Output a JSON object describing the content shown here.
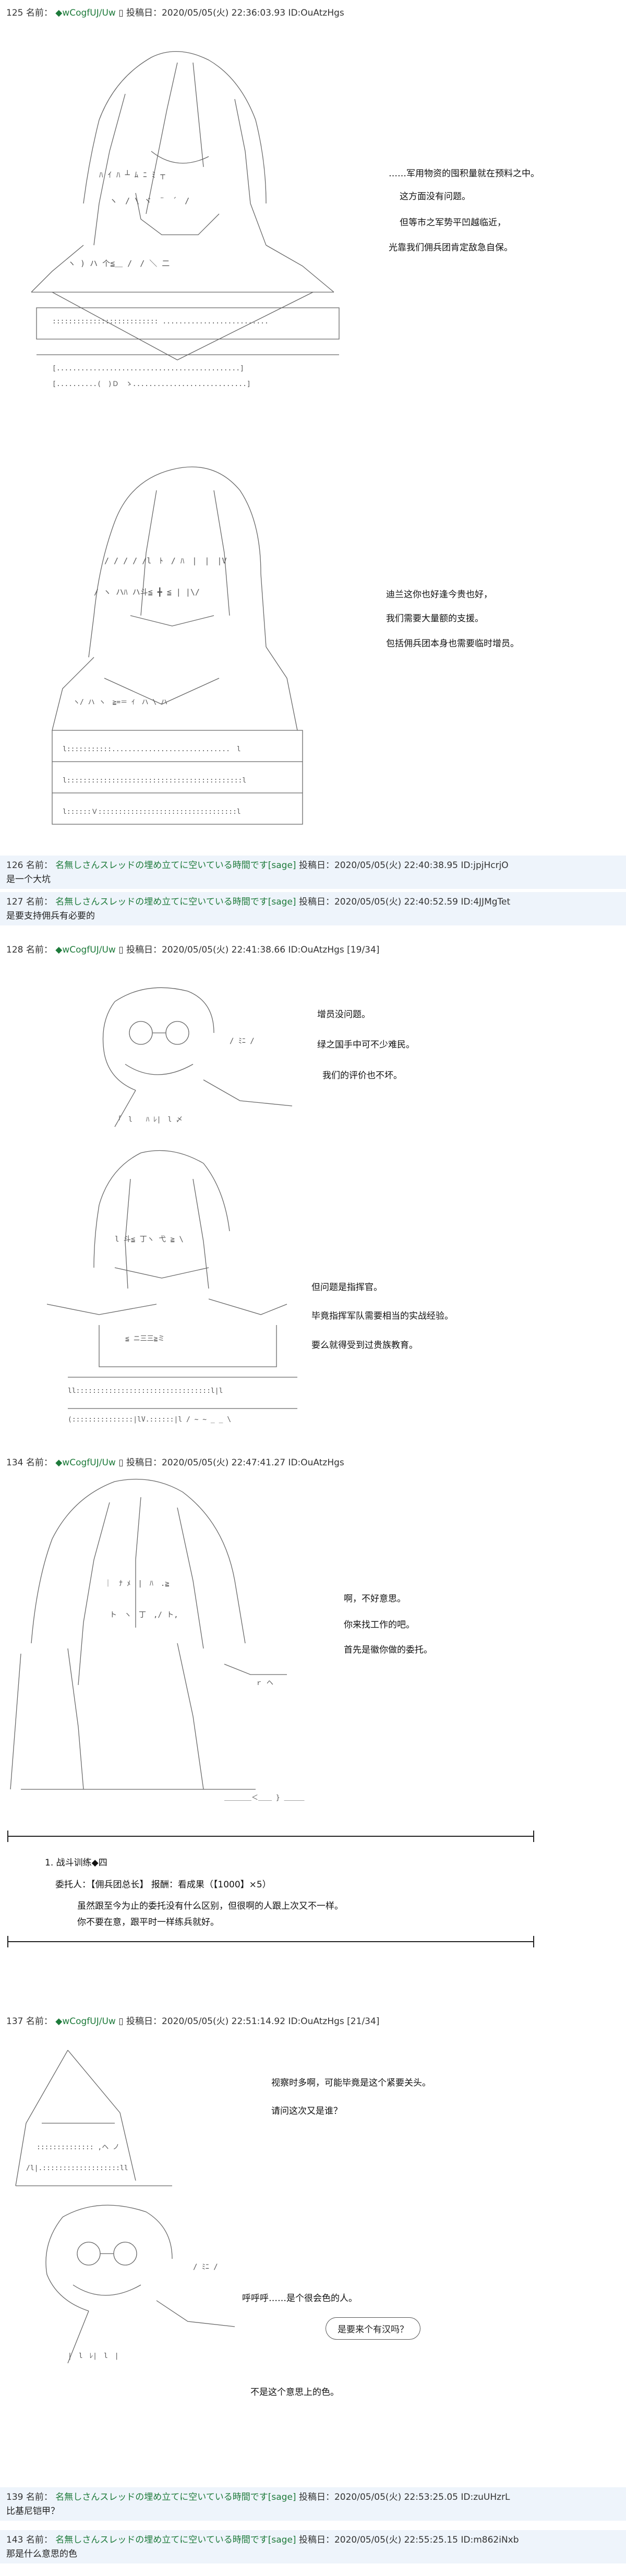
{
  "posts": [
    {
      "header": {
        "num": "125",
        "name_label": "名前：",
        "name": "◆wCogfUJ/Uw",
        "suffix": "▯ 投稿日：2020/05/05(火) 22:36:03.93 ID:OuAtzHgs"
      },
      "lines": [
        "……军用物资的囤积量就在预料之中。",
        "这方面没有问题。",
        "但等市之军势平凹越临近，",
        "光靠我们佣兵团肯定敌急自保。"
      ]
    },
    {
      "lines": [
        "迪兰这你也好逢今贵也好，",
        "我们需要大量额的支援。",
        "包括佣兵团本身也需要临时增员。"
      ]
    },
    {
      "header": {
        "num": "128",
        "name_label": "名前：",
        "name": "◆wCogfUJ/Uw",
        "suffix": "▯ 投稿日：2020/05/05(火) 22:41:38.66 ID:OuAtzHgs [19/34]"
      },
      "lines": [
        "增员没问题。",
        "绿之国手中可不少难民。",
        "我们的评价也不坏。"
      ]
    },
    {
      "lines": [
        "但问题是指挥官。",
        "毕竟指挥军队需要相当的实战经验。",
        "要么就得受到过贵族教育。"
      ]
    },
    {
      "header": {
        "num": "134",
        "name_label": "名前：",
        "name": "◆wCogfUJ/Uw",
        "suffix": "▯ 投稿日：2020/05/05(火) 22:47:41.27 ID:OuAtzHgs"
      },
      "lines": [
        "啊，不好意思。",
        "你来找工作的吧。",
        "首先是徽你做的委托。"
      ],
      "box": {
        "title": "1. 战斗训练◆四",
        "client": "委托人：【佣兵团总长】 报酬：看成果（【1000】×5）",
        "text1": "虽然跟至今为止的委托没有什么区别，但很啊的人跟上次又不一样。",
        "text2": "你不要在意，跟平时一样练兵就好。"
      }
    },
    {
      "header": {
        "num": "137",
        "name_label": "名前：",
        "name": "◆wCogfUJ/Uw",
        "suffix": "▯ 投稿日：2020/05/05(火) 22:51:14.92 ID:OuAtzHgs [21/34]"
      },
      "lines": [
        "视察时多啊，可能毕竟是这个紧要关头。",
        "请问这次又是谁？"
      ],
      "lines2": [
        "呼呼呼……是个很会色的人。",
        "不是这个意思上的色。"
      ],
      "bubble": "是要来个有汉吗？"
    }
  ],
  "responses": [
    {
      "header": {
        "num": "126",
        "name_label": "名前：",
        "name": "名無しさんスレッドの埋め立てに空いている時間です[sage]",
        "suffix": "投稿日：2020/05/05(火) 22:40:38.95 ID:jpjHcrjO"
      },
      "body": "是一个大坑"
    },
    {
      "header": {
        "num": "127",
        "name_label": "名前：",
        "name": "名無しさんスレッドの埋め立てに空いている時間です[sage]",
        "suffix": "投稿日：2020/05/05(火) 22:40:52.59 ID:4JJMgTet"
      },
      "body": "是要支持佣兵有必要的"
    },
    {
      "header": {
        "num": "139",
        "name_label": "名前：",
        "name": "名無しさんスレッドの埋め立てに空いている時間です[sage]",
        "suffix": "投稿日：2020/05/05(火) 22:53:25.05 ID:zuUHzrL"
      },
      "body": "比基尼铠甲？"
    },
    {
      "header": {
        "num": "143",
        "name_label": "名前：",
        "name": "名無しさんスレッドの埋め立てに空いている時間です[sage]",
        "suffix": "投稿日：2020/05/05(火) 22:55:25.15 ID:m862iNxb"
      },
      "body": "那是什么意思的色"
    }
  ]
}
